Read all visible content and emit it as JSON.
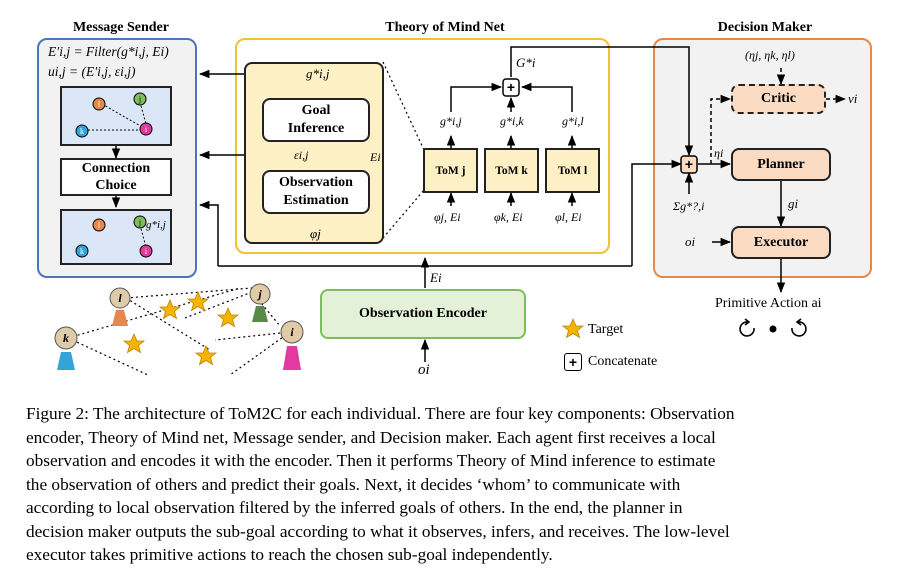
{
  "sections": {
    "message_sender": "Message Sender",
    "theory_of_mind_net": "Theory of Mind Net",
    "decision_maker": "Decision Maker"
  },
  "message_sender": {
    "formula_1": "E′i,j = Filter(g*i,j, Ei)",
    "formula_2": "ui,j = (E′i,j, εi,j)",
    "connection_choice": "Connection Choice",
    "nodes_top": [
      "j",
      "l",
      "k",
      "i"
    ],
    "nodes_bottom": [
      "j",
      "l",
      "k",
      "i"
    ],
    "goal_label": "g*i,j"
  },
  "tom_net": {
    "goal_inference": "Goal Inference",
    "observation_estimation": "Observation Estimation",
    "g_label": "g*i,j",
    "eps_label": "εi,j",
    "e_label": "Ei",
    "phi_label": "φj",
    "tom_boxes": [
      "ToM j",
      "ToM k",
      "ToM l"
    ],
    "tom_outputs": [
      "g*i,j",
      "g*i,k",
      "g*i,l"
    ],
    "tom_inputs": [
      "φj, Ei",
      "φk, Ei",
      "φl, Ei"
    ],
    "concat_output": "G*i",
    "concat_symbol": "+"
  },
  "decision_maker": {
    "eta_tuple": "(ηj, ηk, ηl)",
    "critic": "Critic",
    "critic_output": "vi",
    "planner": "Planner",
    "eta_i": "ηi",
    "sum_label": "Σg*?,i",
    "g_i": "gi",
    "executor": "Executor",
    "o_i": "oi",
    "primitive_action": "Primitive Action ai"
  },
  "encoder": {
    "label": "Observation Encoder",
    "input": "oi",
    "output": "Ei"
  },
  "scene": {
    "agents": [
      "l",
      "j",
      "k",
      "i"
    ]
  },
  "legend": {
    "target": "Target",
    "concatenate": "Concatenate"
  },
  "caption": {
    "lines": [
      "Figure 2: The architecture of ToM2C for each individual. There are four key components: Observation",
      "encoder, Theory of Mind net, Message sender, and Decision maker. Each agent first receives a local",
      "observation and encodes it with the encoder. Then it performs Theory of Mind inference to estimate",
      "the observation of others and predict their goals.  Next, it decides ‘whom’ to communicate with",
      "according to local observation filtered by the inferred goals of others. In the end, the planner in",
      "decision maker outputs the sub-goal according to what it observes, infers, and receives. The low-level",
      "executor takes primitive actions to reach the chosen sub-goal independently."
    ]
  },
  "colors": {
    "sender_border": "#4a76b8",
    "tom_border": "#f2c230",
    "tom_fill": "#fdf0c4",
    "decision_border": "#e8874a",
    "encoder_border": "#7cbf5a",
    "encoder_fill": "#e3f1d9",
    "orange_fill": "#fbdcc3",
    "target_star": "#f4b400"
  }
}
